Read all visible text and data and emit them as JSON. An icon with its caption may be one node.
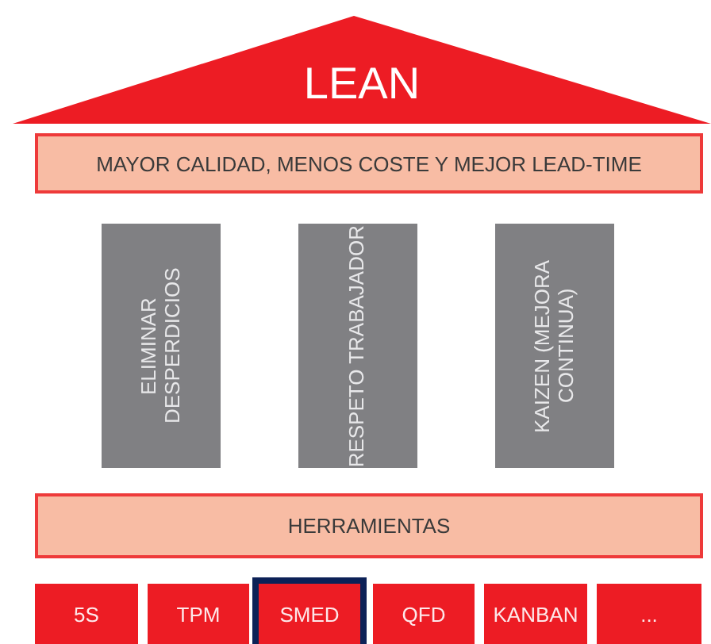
{
  "diagram": {
    "nodes": [
      {
        "text": [
          "LEAN"
        ]
      },
      {
        "text": [
          "MAYOR CALIDAD, MENOS COSTE Y MEJOR LEAD-TIME"
        ]
      },
      {
        "text": [
          "ELIMINAR DESPERDICIOS"
        ]
      },
      {
        "text": [
          "RESPETO TRABAJADOR"
        ]
      },
      {
        "text": [
          "KAIZEN (MEJORA CONTINUA)"
        ]
      },
      {
        "text": [
          "HERRAMIENTAS"
        ]
      },
      {
        "text": [
          "5S"
        ]
      },
      {
        "text": [
          "TPM"
        ]
      },
      {
        "text": [
          "SMED"
        ]
      },
      {
        "text": [
          "QFD"
        ]
      },
      {
        "text": [
          "KANBAN"
        ]
      },
      {
        "text": [
          "..."
        ]
      }
    ],
    "edges": []
  }
}
